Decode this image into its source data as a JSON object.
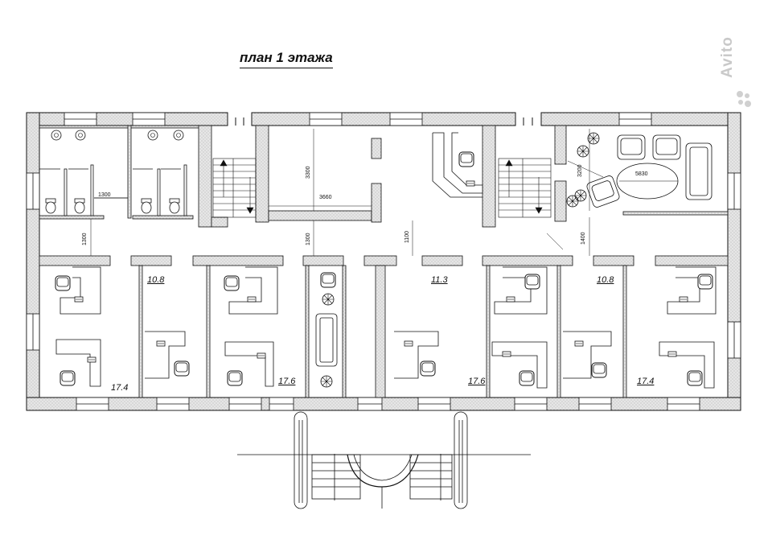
{
  "title": "план 1 этажа",
  "watermark": "Avito",
  "rooms": [
    {
      "id": "office-1",
      "area": "17.4"
    },
    {
      "id": "office-2",
      "area": "10.8"
    },
    {
      "id": "office-3",
      "area": "17.6"
    },
    {
      "id": "office-4",
      "area": "11.3"
    },
    {
      "id": "office-5",
      "area": "17.6"
    },
    {
      "id": "office-6",
      "area": "10.8"
    },
    {
      "id": "office-7",
      "area": "17.4"
    }
  ],
  "dimensions": {
    "toilet_width": "1300",
    "corridor_left": "1300",
    "hall_height": "3300",
    "hall_width": "3660",
    "hall_corridor": "1300",
    "center_corridor": "1100",
    "lounge_height": "3200",
    "lounge_table": "5830",
    "lounge_corridor": "1400"
  },
  "colors": {
    "line": "#111111",
    "wall_fill": "#e6e6e6",
    "watermark": "#c9c9c9"
  }
}
